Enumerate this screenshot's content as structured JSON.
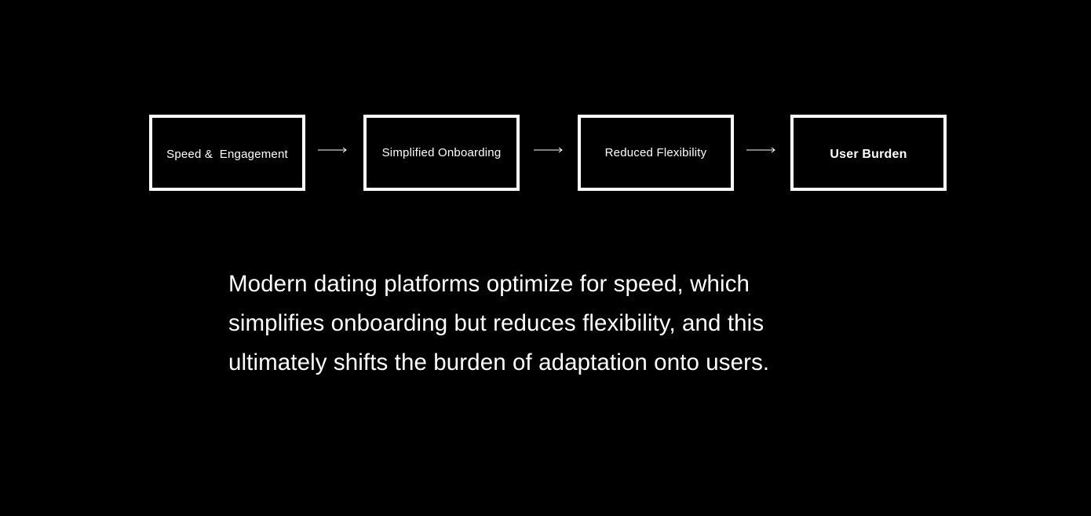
{
  "flow": {
    "steps": [
      {
        "label": "Speed &  Engagement"
      },
      {
        "label": "Simplified Onboarding"
      },
      {
        "label": "Reduced Flexibility"
      },
      {
        "label": "User Burden"
      }
    ]
  },
  "summary": {
    "line1": "Modern dating platforms optimize for speed, which",
    "line2": "simplifies onboarding but reduces flexibility, and this",
    "line3": "ultimately shifts the burden of adaptation onto users."
  },
  "colors": {
    "background": "#000000",
    "foreground": "#ffffff"
  }
}
